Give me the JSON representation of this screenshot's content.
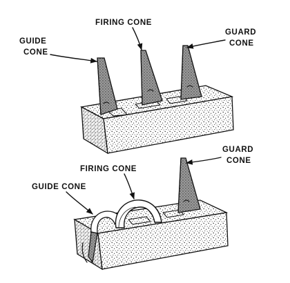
{
  "top_diagram": {
    "guide_label_line1": "GUIDE",
    "guide_label_line2": "CONE",
    "firing_label": "FIRING CONE",
    "guard_label_line1": "GUARD",
    "guard_label_line2": "CONE"
  },
  "bottom_diagram": {
    "guide_label": "GUIDE CONE",
    "firing_label": "FIRING CONE",
    "guard_label_line1": "GUARD",
    "guard_label_line2": "CONE"
  },
  "colors": {
    "ink": "#111111",
    "paper": "#ffffff",
    "cone_shade": "#8a8a8a"
  }
}
